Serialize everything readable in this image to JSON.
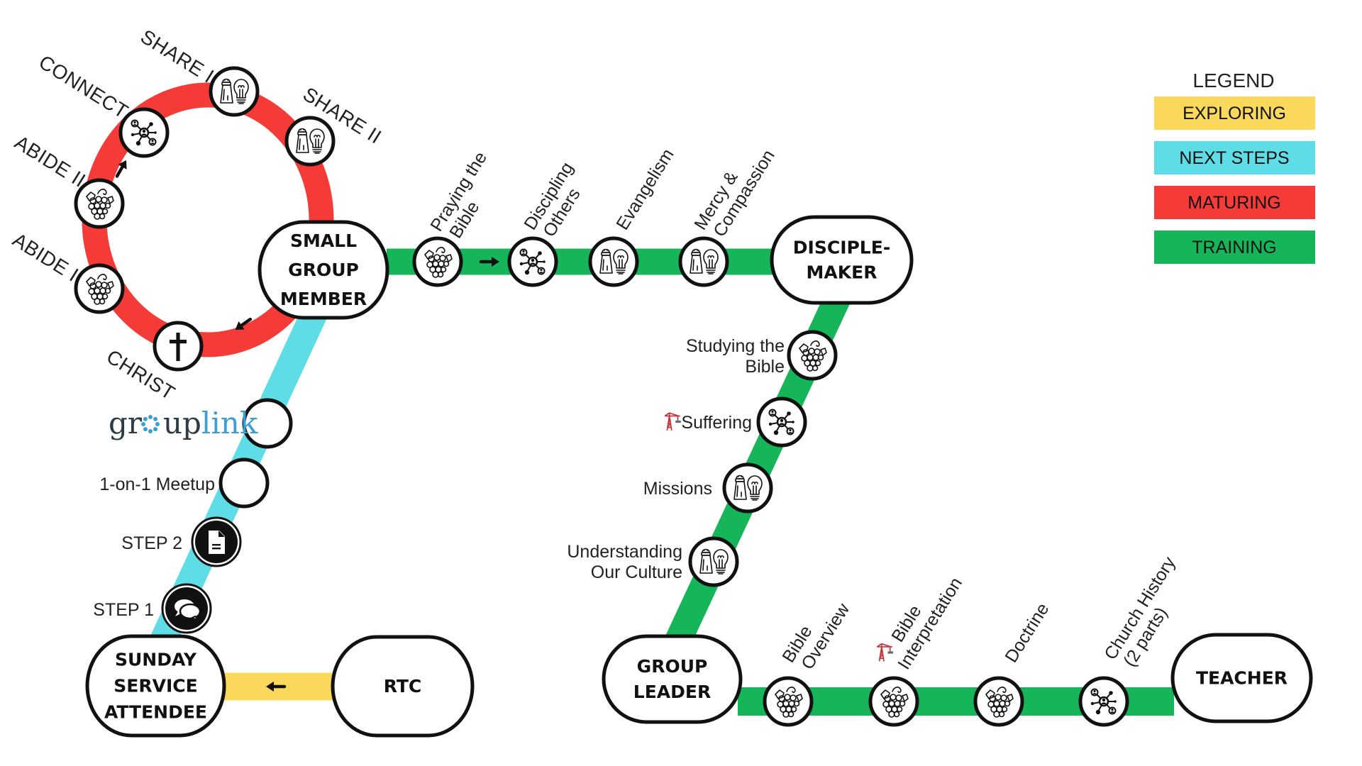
{
  "title": "Discipleship Pathway Map",
  "colors": {
    "exploring": "#f9d85b",
    "next_steps": "#5fdde6",
    "maturing": "#f53b37",
    "training": "#17b55a",
    "outline": "#111111"
  },
  "legend": {
    "title": "LEGEND",
    "items": [
      {
        "label": "EXPLORING",
        "color_key": "exploring"
      },
      {
        "label": "NEXT STEPS",
        "color_key": "next_steps"
      },
      {
        "label": "MATURING",
        "color_key": "maturing"
      },
      {
        "label": "TRAINING",
        "color_key": "training"
      }
    ]
  },
  "nodes": {
    "rtc": {
      "lines": [
        "RTC"
      ]
    },
    "sunday": {
      "lines": [
        "SUNDAY",
        "SERVICE",
        "ATTENDEE"
      ]
    },
    "small_group": {
      "lines": [
        "SMALL",
        "GROUP",
        "MEMBER"
      ]
    },
    "disciple_maker": {
      "lines": [
        "DISCIPLE-",
        "MAKER"
      ]
    },
    "group_leader": {
      "lines": [
        "GROUP",
        "LEADER"
      ]
    },
    "teacher": {
      "lines": [
        "TEACHER"
      ]
    }
  },
  "next_steps": {
    "step1": {
      "label": "STEP 1",
      "icon": "chat-bubbles-icon"
    },
    "step2": {
      "label": "STEP 2",
      "icon": "document-icon"
    },
    "meetup": {
      "label": "1-on-1 Meetup"
    },
    "grouplink": {
      "logo_part1": "gr",
      "logo_part2": "up",
      "logo_part3": "link"
    }
  },
  "maturing_ring": [
    {
      "id": "christ",
      "label": "CHRIST",
      "icon": "cross-icon"
    },
    {
      "id": "abide1",
      "label": "ABIDE I",
      "icon": "grapes-icon"
    },
    {
      "id": "abide2",
      "label": "ABIDE II",
      "icon": "grapes-icon"
    },
    {
      "id": "connect",
      "label": "CONNECT",
      "icon": "network-icon"
    },
    {
      "id": "share1",
      "label": "SHARE I",
      "icon": "salt-light-icon"
    },
    {
      "id": "share2",
      "label": "SHARE II",
      "icon": "salt-light-icon"
    }
  ],
  "training_upper": [
    {
      "id": "praying",
      "lines": [
        "Praying the",
        "Bible"
      ],
      "icon": "grapes-icon"
    },
    {
      "id": "discipling",
      "lines": [
        "Discipling",
        "Others"
      ],
      "icon": "network-icon"
    },
    {
      "id": "evangelism",
      "lines": [
        "Evangelism"
      ],
      "icon": "salt-light-icon"
    },
    {
      "id": "mercy",
      "lines": [
        "Mercy &",
        "Compassion"
      ],
      "icon": "salt-light-icon"
    }
  ],
  "training_diagonal": [
    {
      "id": "studying",
      "lines": [
        "Studying the",
        "Bible"
      ],
      "icon": "grapes-icon"
    },
    {
      "id": "suffering",
      "lines": [
        "Suffering"
      ],
      "icon": "network-icon",
      "badge": "crane-icon"
    },
    {
      "id": "missions",
      "lines": [
        "Missions"
      ],
      "icon": "salt-light-icon"
    },
    {
      "id": "culture",
      "lines": [
        "Understanding",
        "Our Culture"
      ],
      "icon": "salt-light-icon"
    }
  ],
  "training_lower": [
    {
      "id": "overview",
      "lines": [
        "Bible",
        "Overview"
      ],
      "icon": "grapes-icon"
    },
    {
      "id": "interpretation",
      "lines": [
        "Bible",
        "Interpretation"
      ],
      "icon": "grapes-icon",
      "badge": "crane-icon"
    },
    {
      "id": "doctrine",
      "lines": [
        "Doctrine"
      ],
      "icon": "grapes-icon"
    },
    {
      "id": "history",
      "lines": [
        "Church History",
        "(2 parts)"
      ],
      "icon": "network-icon"
    }
  ]
}
